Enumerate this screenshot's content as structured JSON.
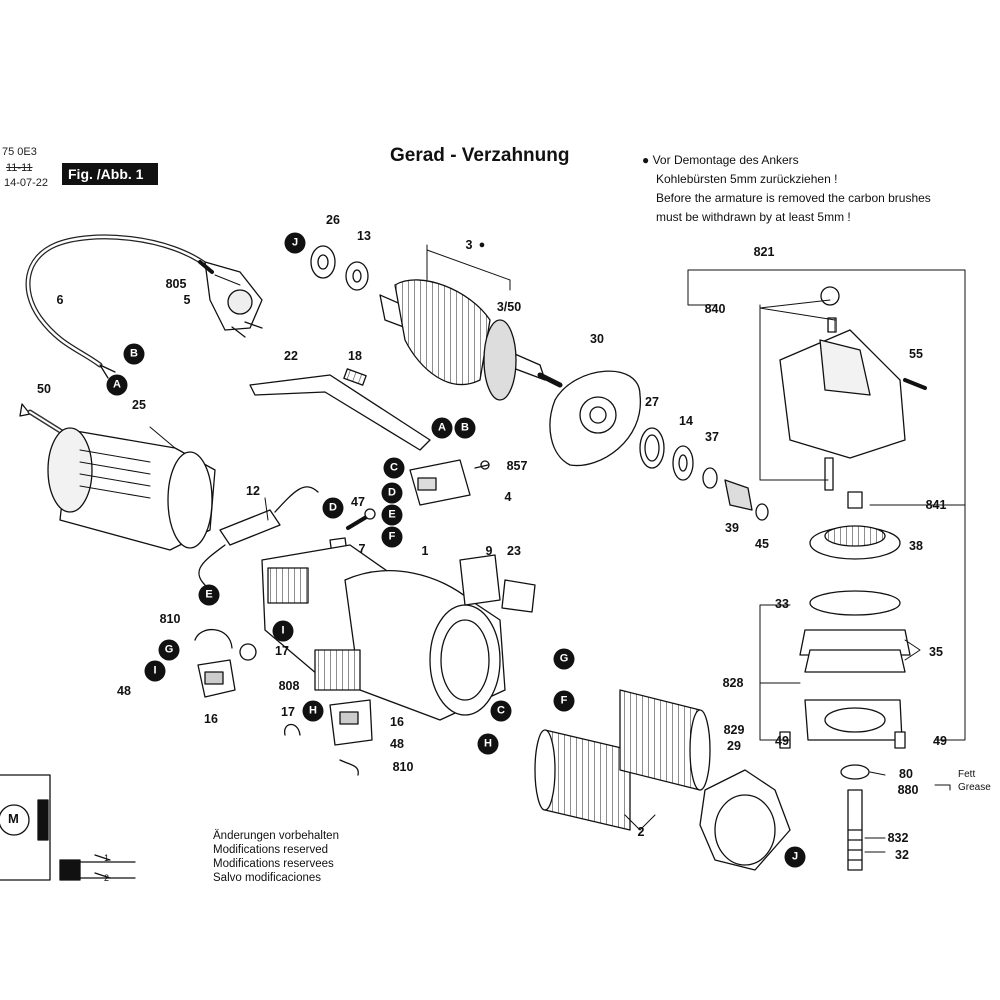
{
  "header": {
    "code_line1": "75 0E3",
    "code_line2": "11-11",
    "date": "14-07-22",
    "fig_label": "Fig. /Abb. 1"
  },
  "title": "Gerad - Verzahnung",
  "note": {
    "de_line1": "Vor Demontage des Ankers",
    "de_line2": "Kohlebürsten 5mm zurückziehen !",
    "en_line1": "Before the armature is removed the carbon brushes",
    "en_line2": "must be withdrawn by at least 5mm !"
  },
  "modifications": [
    "Änderungen vorbehalten",
    "Modifications reserved",
    "Modifications reservees",
    "Salvo modificaciones"
  ],
  "grease": {
    "de": "Fett",
    "en": "Grease"
  },
  "part_labels": [
    "26",
    "13",
    "3",
    "3/50",
    "805",
    "5",
    "6",
    "22",
    "18",
    "50",
    "25",
    "30",
    "27",
    "14",
    "37",
    "39",
    "45",
    "857",
    "4",
    "12",
    "47",
    "7",
    "1",
    "9",
    "23",
    "810",
    "17",
    "48",
    "16",
    "808",
    "17",
    "16",
    "48",
    "810",
    "2",
    "829",
    "29",
    "821",
    "840",
    "55",
    "841",
    "38",
    "33",
    "35",
    "828",
    "49",
    "49",
    "80",
    "880",
    "832",
    "32"
  ],
  "callouts": [
    "J",
    "B",
    "A",
    "A",
    "B",
    "C",
    "D",
    "E",
    "F",
    "D",
    "E",
    "I",
    "G",
    "I",
    "H",
    "G",
    "F",
    "C",
    "H",
    "J"
  ],
  "schematic": {
    "motor": "M",
    "switch_labels": [
      "1",
      "2"
    ]
  },
  "colors": {
    "ink": "#111111",
    "gray": "#d8d8d8",
    "light": "#f2f2f2"
  }
}
